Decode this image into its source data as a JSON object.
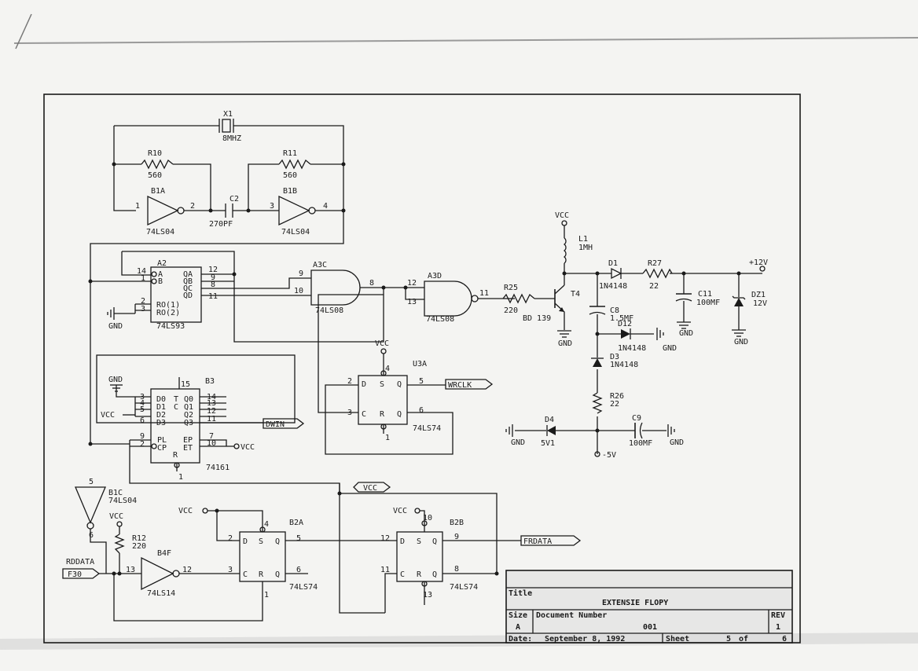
{
  "oscillator": {
    "x1_ref": "X1",
    "x1_val": "8MHZ",
    "r10_ref": "R10",
    "r10_val": "560",
    "r11_ref": "R11",
    "r11_val": "560",
    "c2_ref": "C2",
    "c2_val": "270PF",
    "b1a_ref": "B1A",
    "b1a_type": "74LS04",
    "b1a_in": "1",
    "b1a_out": "2",
    "b1b_ref": "B1B",
    "b1b_type": "74LS04",
    "b1b_in": "3",
    "b1b_out": "4"
  },
  "counter": {
    "ref": "A2",
    "type": "74LS93",
    "pins": [
      "14",
      "1",
      "2",
      "3",
      "12",
      "9",
      "8",
      "11"
    ],
    "labels": [
      "A",
      "B",
      "RO(1)",
      "RO(2)",
      "QA",
      "QB",
      "QC",
      "QD"
    ],
    "gnd": "GND"
  },
  "gates": {
    "a3c_ref": "A3C",
    "a3c_type": "74LS08",
    "a3c_in1": "9",
    "a3c_in2": "10",
    "a3c_out": "8",
    "a3d_ref": "A3D",
    "a3d_type": "74LS08",
    "a3d_in1": "12",
    "a3d_in2": "13",
    "a3d_out": "11"
  },
  "b3": {
    "ref": "B3",
    "type": "74161",
    "gnd": "GND",
    "vcc": "VCC",
    "left_pins": [
      "3",
      "4",
      "5",
      "6"
    ],
    "left_labels": [
      "D0",
      "D1",
      "D2",
      "D3"
    ],
    "right_pins": [
      "14",
      "13",
      "12",
      "11"
    ],
    "right_labels": [
      "Q0",
      "Q1",
      "Q2",
      "Q3"
    ],
    "top_pin": "15",
    "top_labels": [
      "T",
      "C"
    ],
    "ctrl_labels": [
      "PL",
      "CP",
      "EP",
      "ET",
      "R"
    ],
    "ctrl_pins": [
      "9",
      "2",
      "7",
      "10",
      "1"
    ],
    "vcc_right": "VCC",
    "dwin": "DWIN"
  },
  "u3a": {
    "ref": "U3A",
    "type": "74LS74",
    "vcc": "VCC",
    "pins": [
      "2",
      "3",
      "4",
      "5",
      "6",
      "1"
    ],
    "labels": [
      "D",
      "C",
      "S",
      "R",
      "Q",
      "Q"
    ],
    "wrclk": "WRCLK"
  },
  "power": {
    "vcc": "VCC",
    "l1_ref": "L1",
    "l1_val": "1MH",
    "t4_ref": "T4",
    "t4_type": "BD 139",
    "gnd": "GND",
    "r25_ref": "R25",
    "r25_val": "220",
    "d1_ref": "D1",
    "d1_type": "1N4148",
    "r27_ref": "R27",
    "r27_val": "22",
    "v12": "+12V",
    "c11_ref": "C11",
    "c11_val": "100MF",
    "dz1_ref": "DZ1",
    "dz1_val": "12V",
    "c8_ref": "C8",
    "c8_val": "1.5MF",
    "d12_ref": "D12",
    "d12_type": "1N4148",
    "d3_ref": "D3",
    "d3_type": "1N4148",
    "r26_ref": "R26",
    "r26_val": "22",
    "d4_ref": "D4",
    "d4_val": "5V1",
    "c9_ref": "C9",
    "c9_val": "100MF",
    "v5": "-5V"
  },
  "bottom": {
    "b1c_ref": "B1C",
    "b1c_type": "74LS04",
    "b1c_in": "5",
    "b1c_out": "6",
    "vcc": "VCC",
    "r12_ref": "R12",
    "r12_val": "220",
    "b4f_ref": "B4F",
    "b4f_type": "74LS14",
    "b4f_in": "13",
    "b4f_out": "12",
    "rddata": "RDDATA",
    "f30": "F30",
    "vcc_flag": "VCC",
    "b2a_ref": "B2A",
    "b2a_type": "74LS74",
    "b2a_pins": [
      "2",
      "3",
      "4",
      "5",
      "6",
      "1"
    ],
    "b2b_ref": "B2B",
    "b2b_type": "74LS74",
    "b2b_pins": [
      "12",
      "11",
      "10",
      "9",
      "8",
      "13"
    ],
    "ff_labels": [
      "D",
      "C",
      "S",
      "R",
      "Q",
      "Q"
    ],
    "frdata": "FRDATA"
  },
  "title_block": {
    "title_label": "Title",
    "title": "EXTENSIE FLOPY",
    "size_label": "Size",
    "size": "A",
    "docnum_label": "Document Number",
    "docnum": "001",
    "rev_label": "REV",
    "rev": "1",
    "date_label": "Date:",
    "date": "September  8, 1992",
    "sheet_label": "Sheet",
    "sheet": "5",
    "of_label": "of",
    "of": "6"
  }
}
